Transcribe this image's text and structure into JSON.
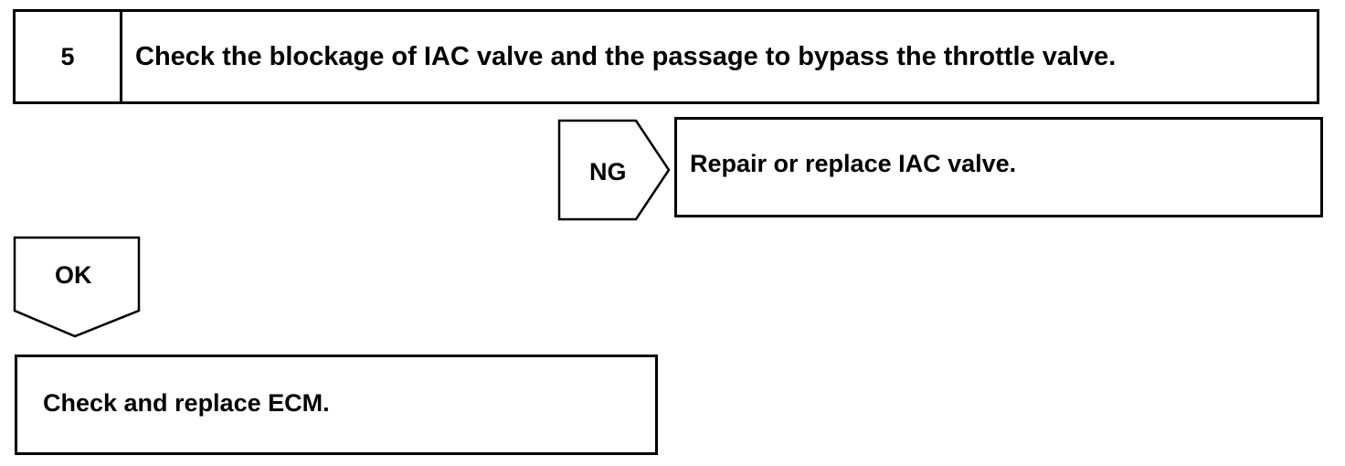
{
  "step": {
    "number": "5",
    "title": "Check the blockage of IAC valve and the passage to bypass the throttle valve."
  },
  "branches": {
    "ng": {
      "label": "NG",
      "action": "Repair or replace IAC valve."
    },
    "ok": {
      "label": "OK",
      "action": "Check and replace ECM."
    }
  }
}
